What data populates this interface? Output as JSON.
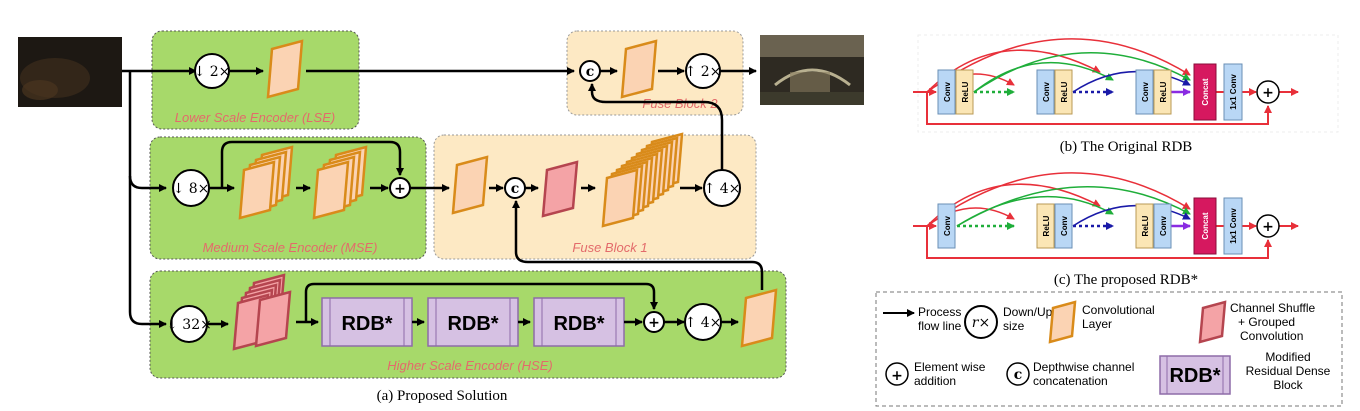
{
  "left": {
    "caption": "(a) Proposed Solution",
    "lse_label": "Lower Scale Encoder (LSE)",
    "mse_label": "Medium Scale Encoder (MSE)",
    "hse_label": "Higher Scale Encoder (HSE)",
    "fuse1_label": "Fuse Block 1",
    "fuse2_label": "Fuse Block 2",
    "down2": "↓ 2×",
    "down8": "↓ 8×",
    "down32": "↓ 32×",
    "up2": "↑ 2×",
    "up4_mid": "↑ 4×",
    "up4_hse": "↑ 4×",
    "rdb1": "RDB*",
    "rdb2": "RDB*",
    "rdb3": "RDB*",
    "plus": "+",
    "concat": "c"
  },
  "right": {
    "caption_b": "(b) The Original RDB",
    "caption_c": "(c) The proposed RDB*",
    "conv": "Conv",
    "relu": "ReLU",
    "concat": "Concat",
    "conv1x1": "1x1 Conv"
  },
  "legend": {
    "process_line": [
      "Process",
      "flow line"
    ],
    "rx": "r×",
    "downup": [
      "Down/Up",
      "size"
    ],
    "conv_layer": [
      "Convolutional",
      "Layer"
    ],
    "shuffle": [
      "Channel Shuffle",
      "+ Grouped",
      "Convolution"
    ],
    "elementwise": [
      "Element wise",
      "addition"
    ],
    "depthwise": [
      "Depthwise channel",
      "concatenation"
    ],
    "rdb_label": "RDB*",
    "modified": [
      "Modified",
      "Residual Dense",
      "Block"
    ],
    "c": "c"
  }
}
